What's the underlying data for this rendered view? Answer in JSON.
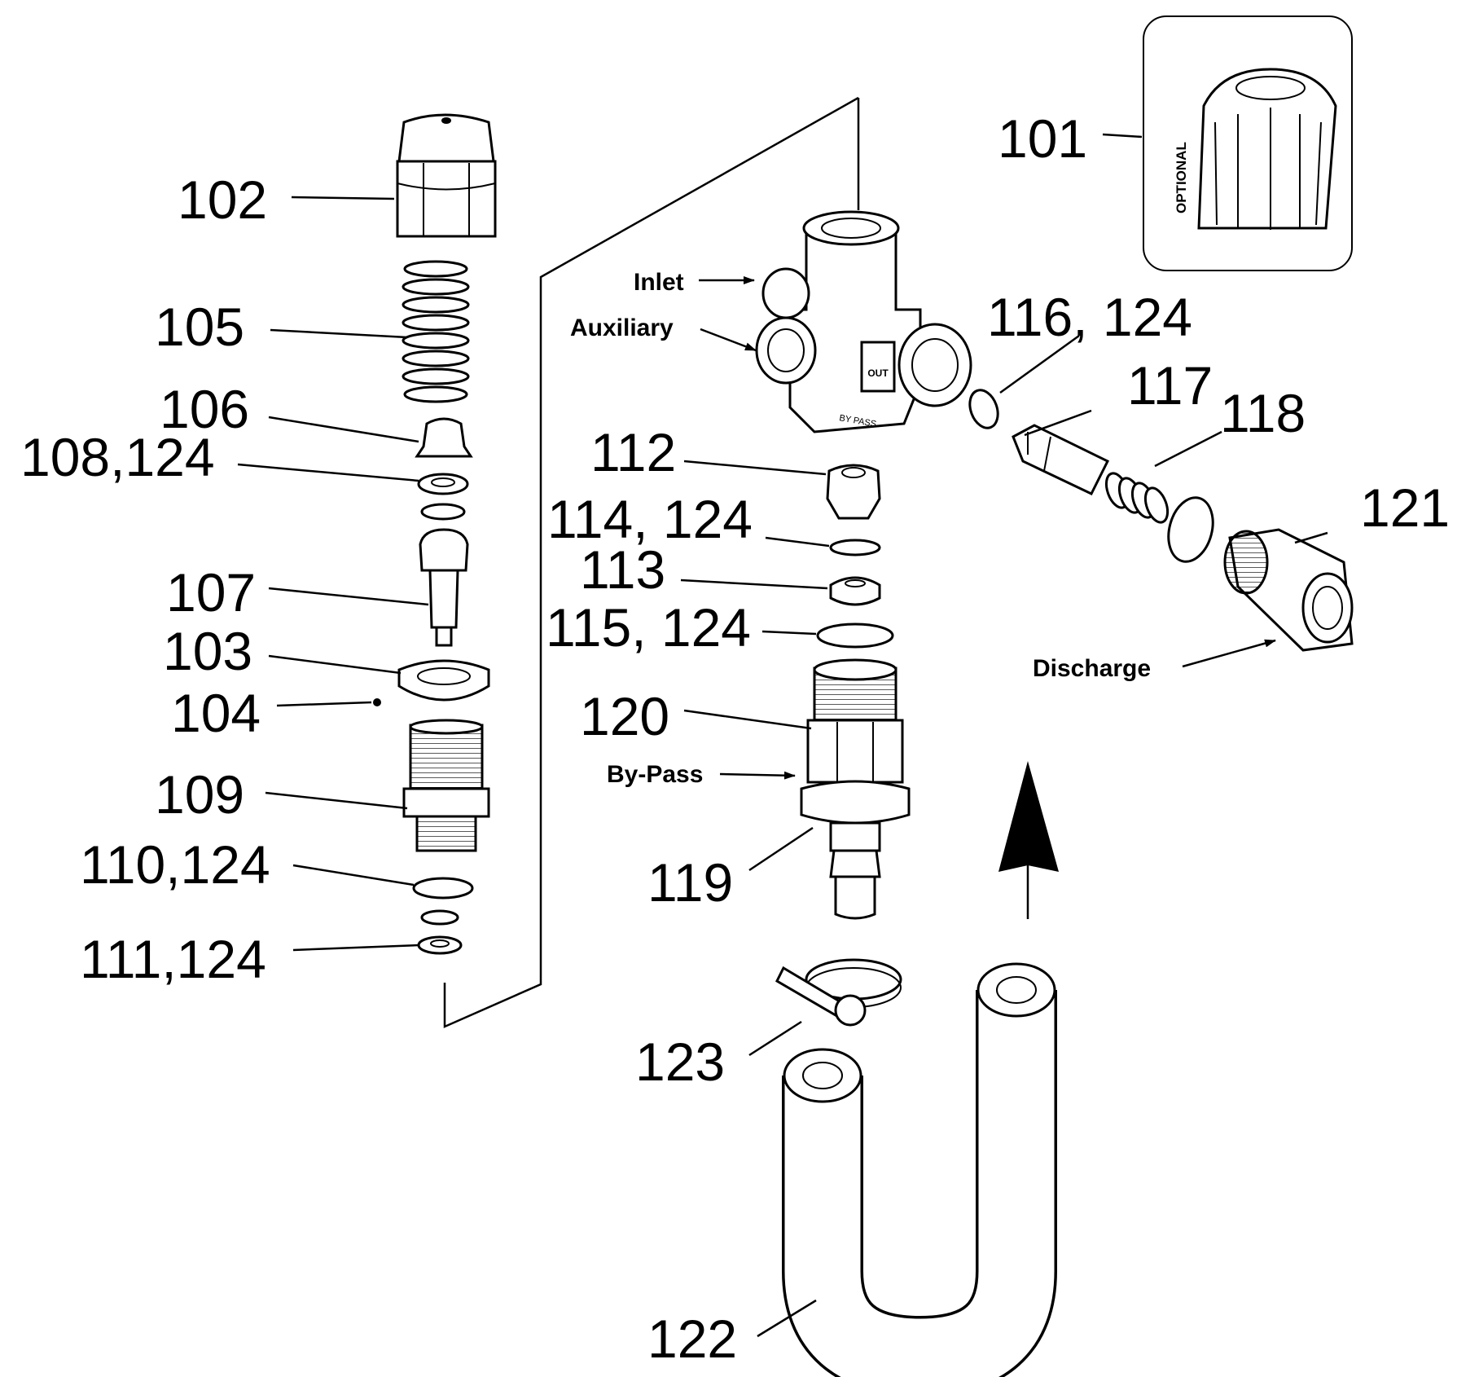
{
  "callouts": {
    "c101": "101",
    "c102": "102",
    "c103": "103",
    "c104": "104",
    "c105": "105",
    "c106": "106",
    "c107": "107",
    "c108": "108,124",
    "c109": "109",
    "c110": "110,124",
    "c111": "111,124",
    "c112": "112",
    "c113": "113",
    "c114": "114, 124",
    "c115": "115, 124",
    "c116": "116, 124",
    "c117": "117",
    "c118": "118",
    "c119": "119",
    "c120": "120",
    "c121": "121",
    "c122": "122",
    "c123": "123"
  },
  "port_labels": {
    "inlet": "Inlet",
    "auxiliary": "Auxiliary",
    "discharge": "Discharge",
    "bypass": "By-Pass"
  },
  "optional_label": "OPTIONAL",
  "body_markings": {
    "out": "OUT",
    "bypass": "BY PASS"
  }
}
